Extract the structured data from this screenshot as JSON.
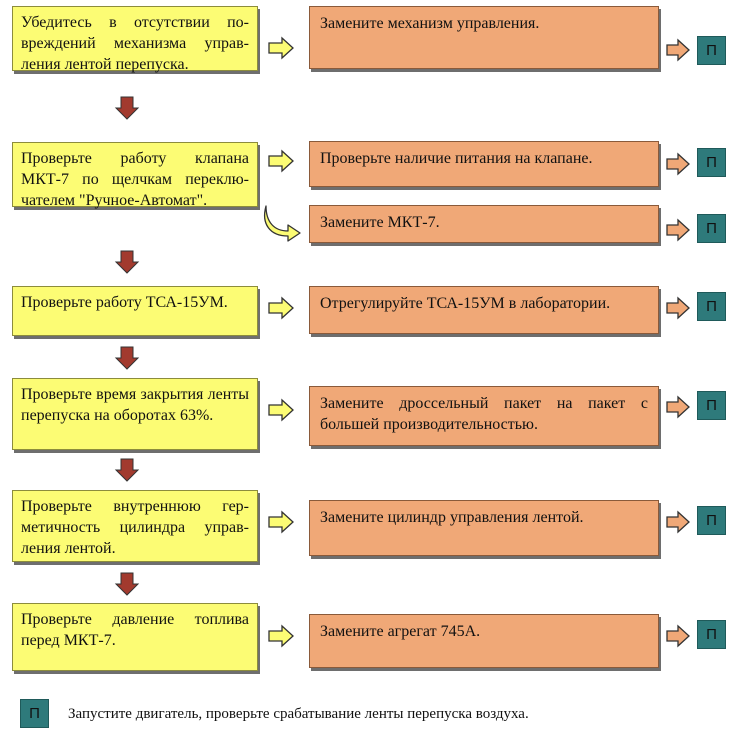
{
  "colors": {
    "check_fill": "#fcfc74",
    "action_fill": "#f0a877",
    "end_fill": "#2e7a7b",
    "down_arrow": "#a23a2e",
    "right_arrow": "#fcfc74"
  },
  "end_symbol": "П",
  "rows": [
    {
      "check": "Убедитесь в отсутствии по­вреждений механизма управ­ления лентой перепуска.",
      "actions": [
        "Замените механизм управления."
      ]
    },
    {
      "check": "Проверьте работу клапана МКТ-7 по щелчкам переклю­чателем \"Ручное-Автомат\".",
      "actions": [
        "Проверьте наличие питания на клапане.",
        "Замените МКТ-7."
      ]
    },
    {
      "check": "Проверьте работу ТСА-15УМ.",
      "actions": [
        "Отрегулируйте ТСА-15УМ в лаборатории."
      ]
    },
    {
      "check": "Проверьте время закрытия ленты перепуска на оборотах 63%.",
      "actions": [
        "Замените дроссельный пакет на пакет с большей производительностью."
      ]
    },
    {
      "check": "Проверьте внутреннюю гер­метичность цилиндра управ­ления лентой.",
      "actions": [
        "Замените цилиндр управления лентой."
      ]
    },
    {
      "check": "Проверьте давление топлива перед МКТ-7.",
      "actions": [
        "Замените агрегат 745А."
      ]
    }
  ],
  "legend": {
    "symbol": "П",
    "text": "Запустите двигатель, проверьте срабатывание ленты перепуска воздуха."
  }
}
